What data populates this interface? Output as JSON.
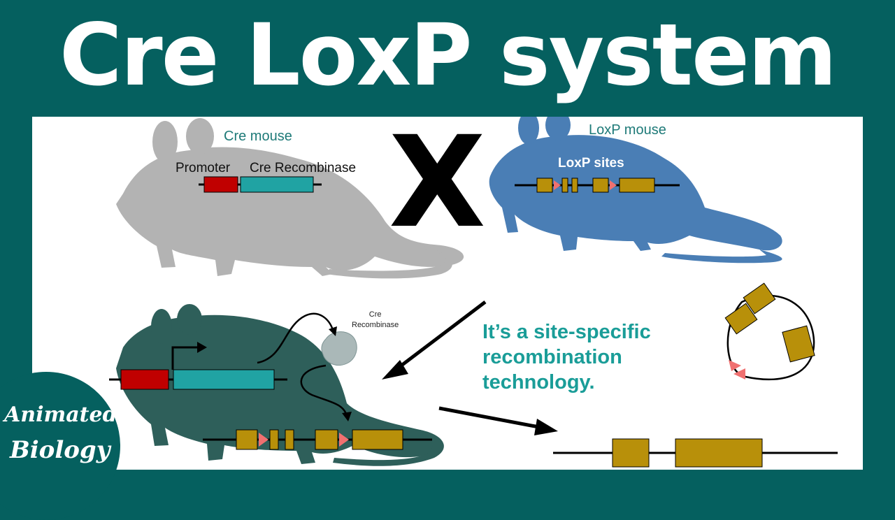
{
  "title": "Cre LoxP system",
  "labels": {
    "cre_mouse": "Cre mouse",
    "loxp_mouse": "LoxP mouse",
    "promoter": "Promoter",
    "cre_recombinase": "Cre Recombinase",
    "loxp_sites": "LoxP sites",
    "cross": "X",
    "cre_small": "Cre\nRecombinase",
    "statement": "It’s a site-specific recombination technology."
  },
  "logo": {
    "line1": "Animated",
    "line2": "Biology"
  },
  "colors": {
    "background": "#05605f",
    "promoter": "#c00000",
    "cre_gene": "#20a3a3",
    "gene_box": "#b8900a",
    "loxp_site": "#f07070",
    "cre_mouse": "#b3b3b3",
    "loxp_mouse": "#4a7eb5",
    "offspring_mouse": "#2e5f5a",
    "statement_text": "#1a9d98"
  }
}
